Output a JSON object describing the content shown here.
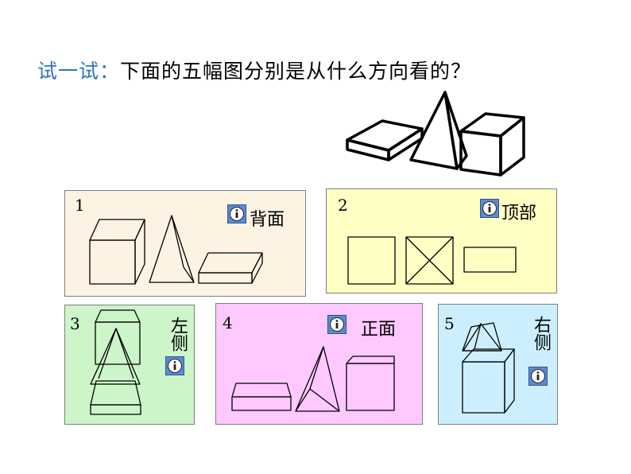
{
  "title": {
    "prefix": "试一试：",
    "question": "下面的五幅图分别是从什么方向看的？"
  },
  "panels": [
    {
      "number": "1",
      "view_label": "背面",
      "color": "#fcf3e3"
    },
    {
      "number": "2",
      "view_label": "顶部",
      "color": "#ffffc4"
    },
    {
      "number": "3",
      "view_label": "左侧",
      "color": "#ccf5c9"
    },
    {
      "number": "4",
      "view_label": "正面",
      "color": "#ffc9ff"
    },
    {
      "number": "5",
      "view_label": "右侧",
      "color": "#ccefff"
    }
  ],
  "info_icon_color": "#5b8bd4"
}
